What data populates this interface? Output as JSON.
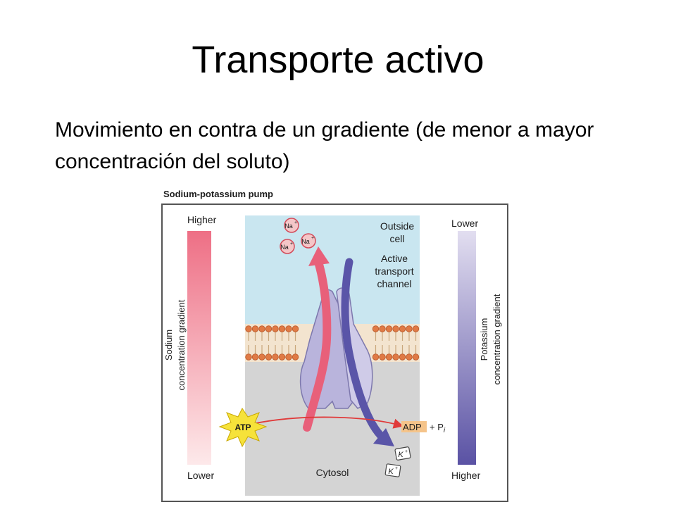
{
  "slide": {
    "title": "Transporte activo",
    "body": "Movimiento en contra de un gradiente (de menor a mayor concentración del soluto)"
  },
  "figure": {
    "caption": "Sodium-potassium pump",
    "left_bar": {
      "top": "Higher",
      "bottom": "Lower",
      "axis_line1": "Sodium",
      "axis_line2": "concentration gradient"
    },
    "right_bar": {
      "top": "Lower",
      "bottom": "Higher",
      "axis_line1": "Potassium",
      "axis_line2": "concentration gradient"
    },
    "outside_cell_line1": "Outside",
    "outside_cell_line2": "cell",
    "channel_line1": "Active",
    "channel_line2": "transport",
    "channel_line3": "channel",
    "cytosol": "Cytosol",
    "atp": "ATP",
    "adp": "ADP",
    "pi_prefix": "+ P",
    "pi_sub": "i",
    "na_ion": "Na",
    "k_ion": "K",
    "ion_charge": "+",
    "colors": {
      "outside": "#c9e6f0",
      "cytosol": "#d4d4d4",
      "sodium_arrow": "#e8607a",
      "potassium_arrow": "#5a55a8",
      "channel": "#b9b4dc",
      "lipid_head": "#e07a45",
      "atp_burst": "#f6e23a"
    }
  }
}
